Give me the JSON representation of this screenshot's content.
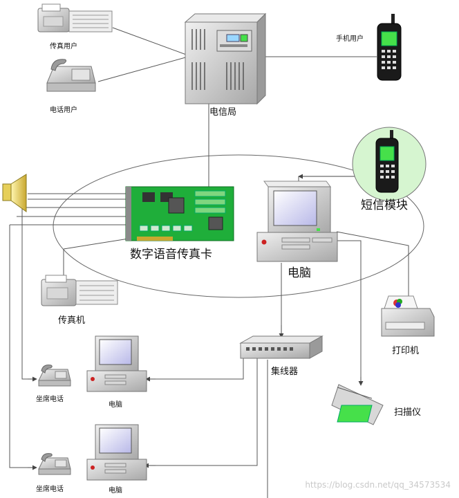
{
  "labels": {
    "fax_user": "传真用户",
    "phone_user": "电话用户",
    "telecom_office": "电信局",
    "mobile_user": "手机用户",
    "sms_module": "短信模块",
    "voice_fax_card": "数字语音传真卡",
    "computer_main": "电脑",
    "fax_machine": "传真机",
    "printer": "打印机",
    "hub": "集线器",
    "seat_phone_1": "坐席电话",
    "computer_1": "电脑",
    "scanner": "扫描仪",
    "seat_phone_2": "坐席电话",
    "computer_2": "电脑"
  },
  "watermark": "https://blog.csdn.net/qq_34573534",
  "colors": {
    "line": "#555555",
    "board_green": "#1fae3a",
    "screen_green": "#46e04a",
    "sms_circle": "#d6f5d0",
    "gray_body": "#c8c8c8",
    "speaker": "#e6cf5a"
  },
  "icons": [
    "fax-icon",
    "telephone-icon",
    "telecom-server-icon",
    "mobile-phone-icon",
    "speaker-icon",
    "voice-card-icon",
    "computer-icon",
    "printer-icon",
    "hub-icon",
    "scanner-icon"
  ]
}
